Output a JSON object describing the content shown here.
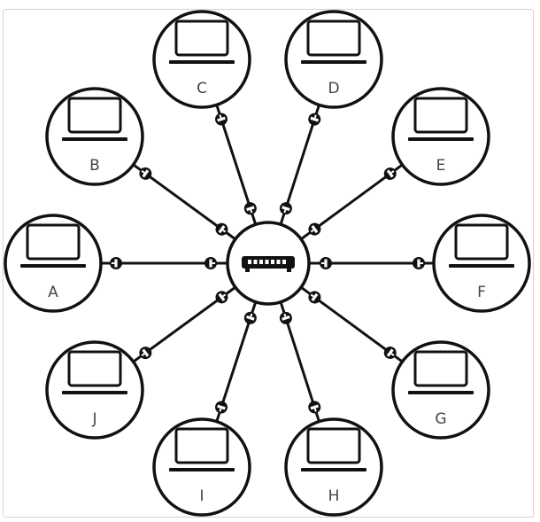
{
  "diagram": {
    "type": "star-network",
    "hub": {
      "icon": "network-switch-icon"
    },
    "nodes": [
      {
        "id": "A",
        "label": "A",
        "icon": "laptop-icon"
      },
      {
        "id": "B",
        "label": "B",
        "icon": "laptop-icon"
      },
      {
        "id": "C",
        "label": "C",
        "icon": "laptop-icon"
      },
      {
        "id": "D",
        "label": "D",
        "icon": "laptop-icon"
      },
      {
        "id": "E",
        "label": "E",
        "icon": "laptop-icon"
      },
      {
        "id": "F",
        "label": "F",
        "icon": "laptop-icon"
      },
      {
        "id": "G",
        "label": "G",
        "icon": "laptop-icon"
      },
      {
        "id": "H",
        "label": "H",
        "icon": "laptop-icon"
      },
      {
        "id": "I",
        "label": "I",
        "icon": "laptop-icon"
      },
      {
        "id": "J",
        "label": "J",
        "icon": "laptop-icon"
      }
    ],
    "connector_icon": "network-plug-icon",
    "colors": {
      "stroke": "#111111",
      "label": "#444444",
      "background": "#ffffff",
      "frame": "#d4d4d4"
    }
  }
}
